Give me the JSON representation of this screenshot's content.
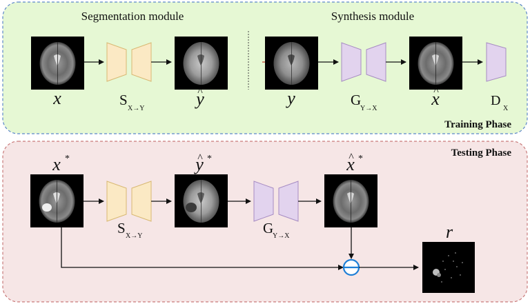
{
  "colors": {
    "training_bg": "#e6f8d4",
    "training_border": "#5b86c9",
    "testing_bg": "#f6e6e6",
    "testing_border": "#c97a7a",
    "segmentation_fill": "#fbe9c4",
    "segmentation_stroke": "#d8b872",
    "synthesis_fill": "#e2d3ee",
    "synthesis_stroke": "#a68bc2",
    "subtract_stroke": "#1e7fd6",
    "arrow": "#111111"
  },
  "training": {
    "phase_label": "Training Phase",
    "segmentation_title": "Segmentation module",
    "synthesis_title": "Synthesis module",
    "labels": {
      "x": "x",
      "seg_main": "S",
      "seg_sub": "X→Y",
      "y_hat": "y",
      "y": "y",
      "gen_main": "G",
      "gen_sub": "Y→X",
      "x_hat": "x",
      "disc_main": "D",
      "disc_sub": "X"
    }
  },
  "testing": {
    "phase_label": "Testing Phase",
    "labels": {
      "x_star": "x",
      "star": "*",
      "seg_main": "S",
      "seg_sub": "X→Y",
      "y_hat_star": "y",
      "gen_main": "G",
      "gen_sub": "Y→X",
      "x_hat_star": "x",
      "residual": "r"
    }
  },
  "icons": {
    "subtract": "minus-circle-icon",
    "brain": "brain-mri-icon"
  }
}
